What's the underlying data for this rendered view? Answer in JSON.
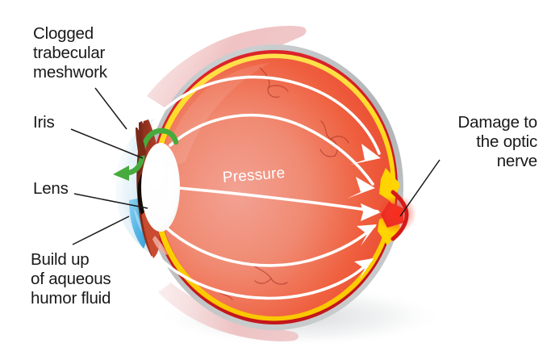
{
  "figure": {
    "title": "Glaucoma eye cross-section diagram",
    "background_color": "#ffffff"
  },
  "labels": {
    "clogged_trabecular_meshwork": "Clogged\ntrabecular\nmeshwork",
    "iris": "Iris",
    "lens": "Lens",
    "build_up_of_aqueous_humor_fluid": "Build up\nof aqueous\nhumor fluid",
    "damage_to_the_optic_nerve": "Damage to\nthe optic\nnerve",
    "pressure": "Pressure"
  },
  "colors": {
    "text": "#191919",
    "leader_line": "#1a1a1a",
    "sclera_outer": "#b9bcbd",
    "vitreous_red_light": "#f07a63",
    "vitreous_red_mid": "#ef5136",
    "choroid_red": "#d81f26",
    "retina_yellow": "#ffd400",
    "iris_dark_red": "#8f2a18",
    "cornea_blue": "#dfeef6",
    "aqueous_fluid_blue": "#5bb8e8",
    "lens_white": "#ffffff",
    "green_arrow": "#46ab3c",
    "pressure_arrow": "#ffffff",
    "eyelid_pink": "#f2c4c4",
    "optic_damage_red": "#ed1c24"
  },
  "anatomy": [
    {
      "name": "sclera",
      "description": "Outer gray-white shell of the eyeball"
    },
    {
      "name": "choroid",
      "description": "Deep red vascular layer"
    },
    {
      "name": "retina",
      "description": "Yellow inner lining layer"
    },
    {
      "name": "vitreous-body",
      "description": "Large orange-red interior chamber"
    },
    {
      "name": "cornea",
      "description": "Pale blue transparent anterior dome"
    },
    {
      "name": "anterior-chamber",
      "description": "Blue aqueous humor fluid build up"
    },
    {
      "name": "iris",
      "description": "Dark red ring at front of eye"
    },
    {
      "name": "lens",
      "description": "White oval behind the iris"
    },
    {
      "name": "trabecular-meshwork",
      "description": "Clogged drainage angle, green blocked-flow arrow"
    },
    {
      "name": "optic-nerve-head",
      "description": "Damaged notch at the back of the eye"
    },
    {
      "name": "eyelid-muscles",
      "description": "Pale pink bands above and below the globe"
    }
  ],
  "pressure_arrows": {
    "count": 5,
    "direction": "inward toward the optic nerve head",
    "color": "#ffffff"
  },
  "leader_lines": [
    {
      "from": "clogged_trabecular_meshwork",
      "to": "trabecular-meshwork"
    },
    {
      "from": "iris",
      "to": "iris"
    },
    {
      "from": "lens",
      "to": "lens"
    },
    {
      "from": "build_up_of_aqueous_humor_fluid",
      "to": "anterior-chamber"
    },
    {
      "from": "damage_to_the_optic_nerve",
      "to": "optic-nerve-head"
    }
  ]
}
